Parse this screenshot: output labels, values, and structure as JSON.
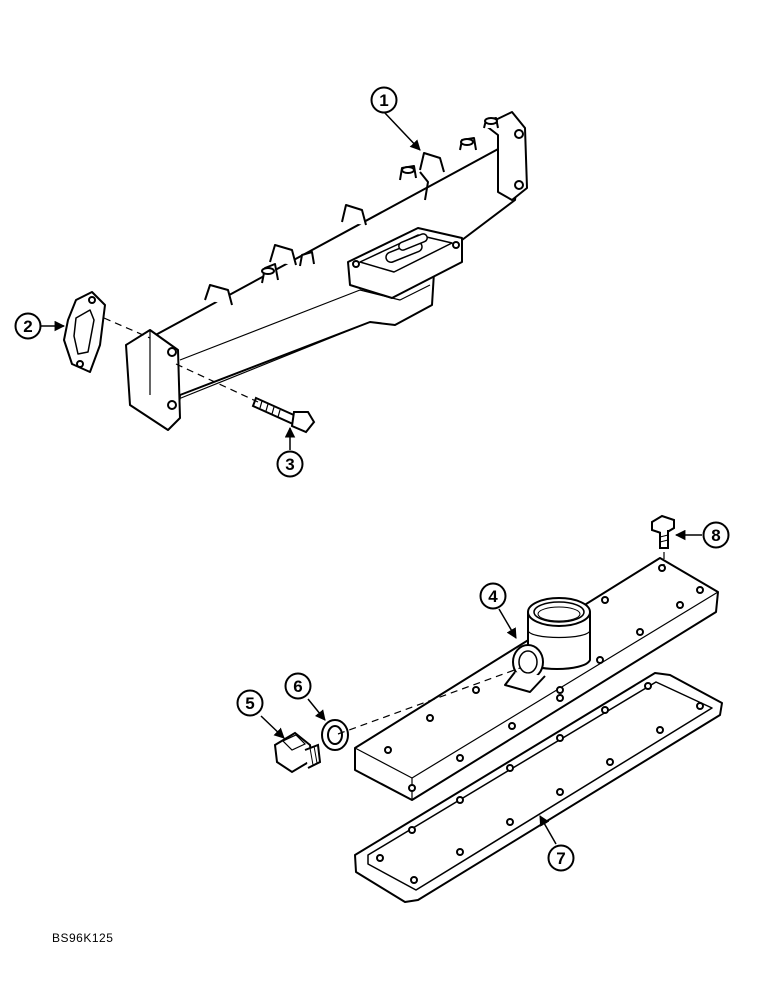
{
  "callouts": {
    "c1": "1",
    "c2": "2",
    "c3": "3",
    "c4": "4",
    "c5": "5",
    "c6": "6",
    "c7": "7",
    "c8": "8"
  },
  "ref_code": "BS96K125",
  "colors": {
    "ink": "#000000",
    "paper": "#ffffff"
  }
}
